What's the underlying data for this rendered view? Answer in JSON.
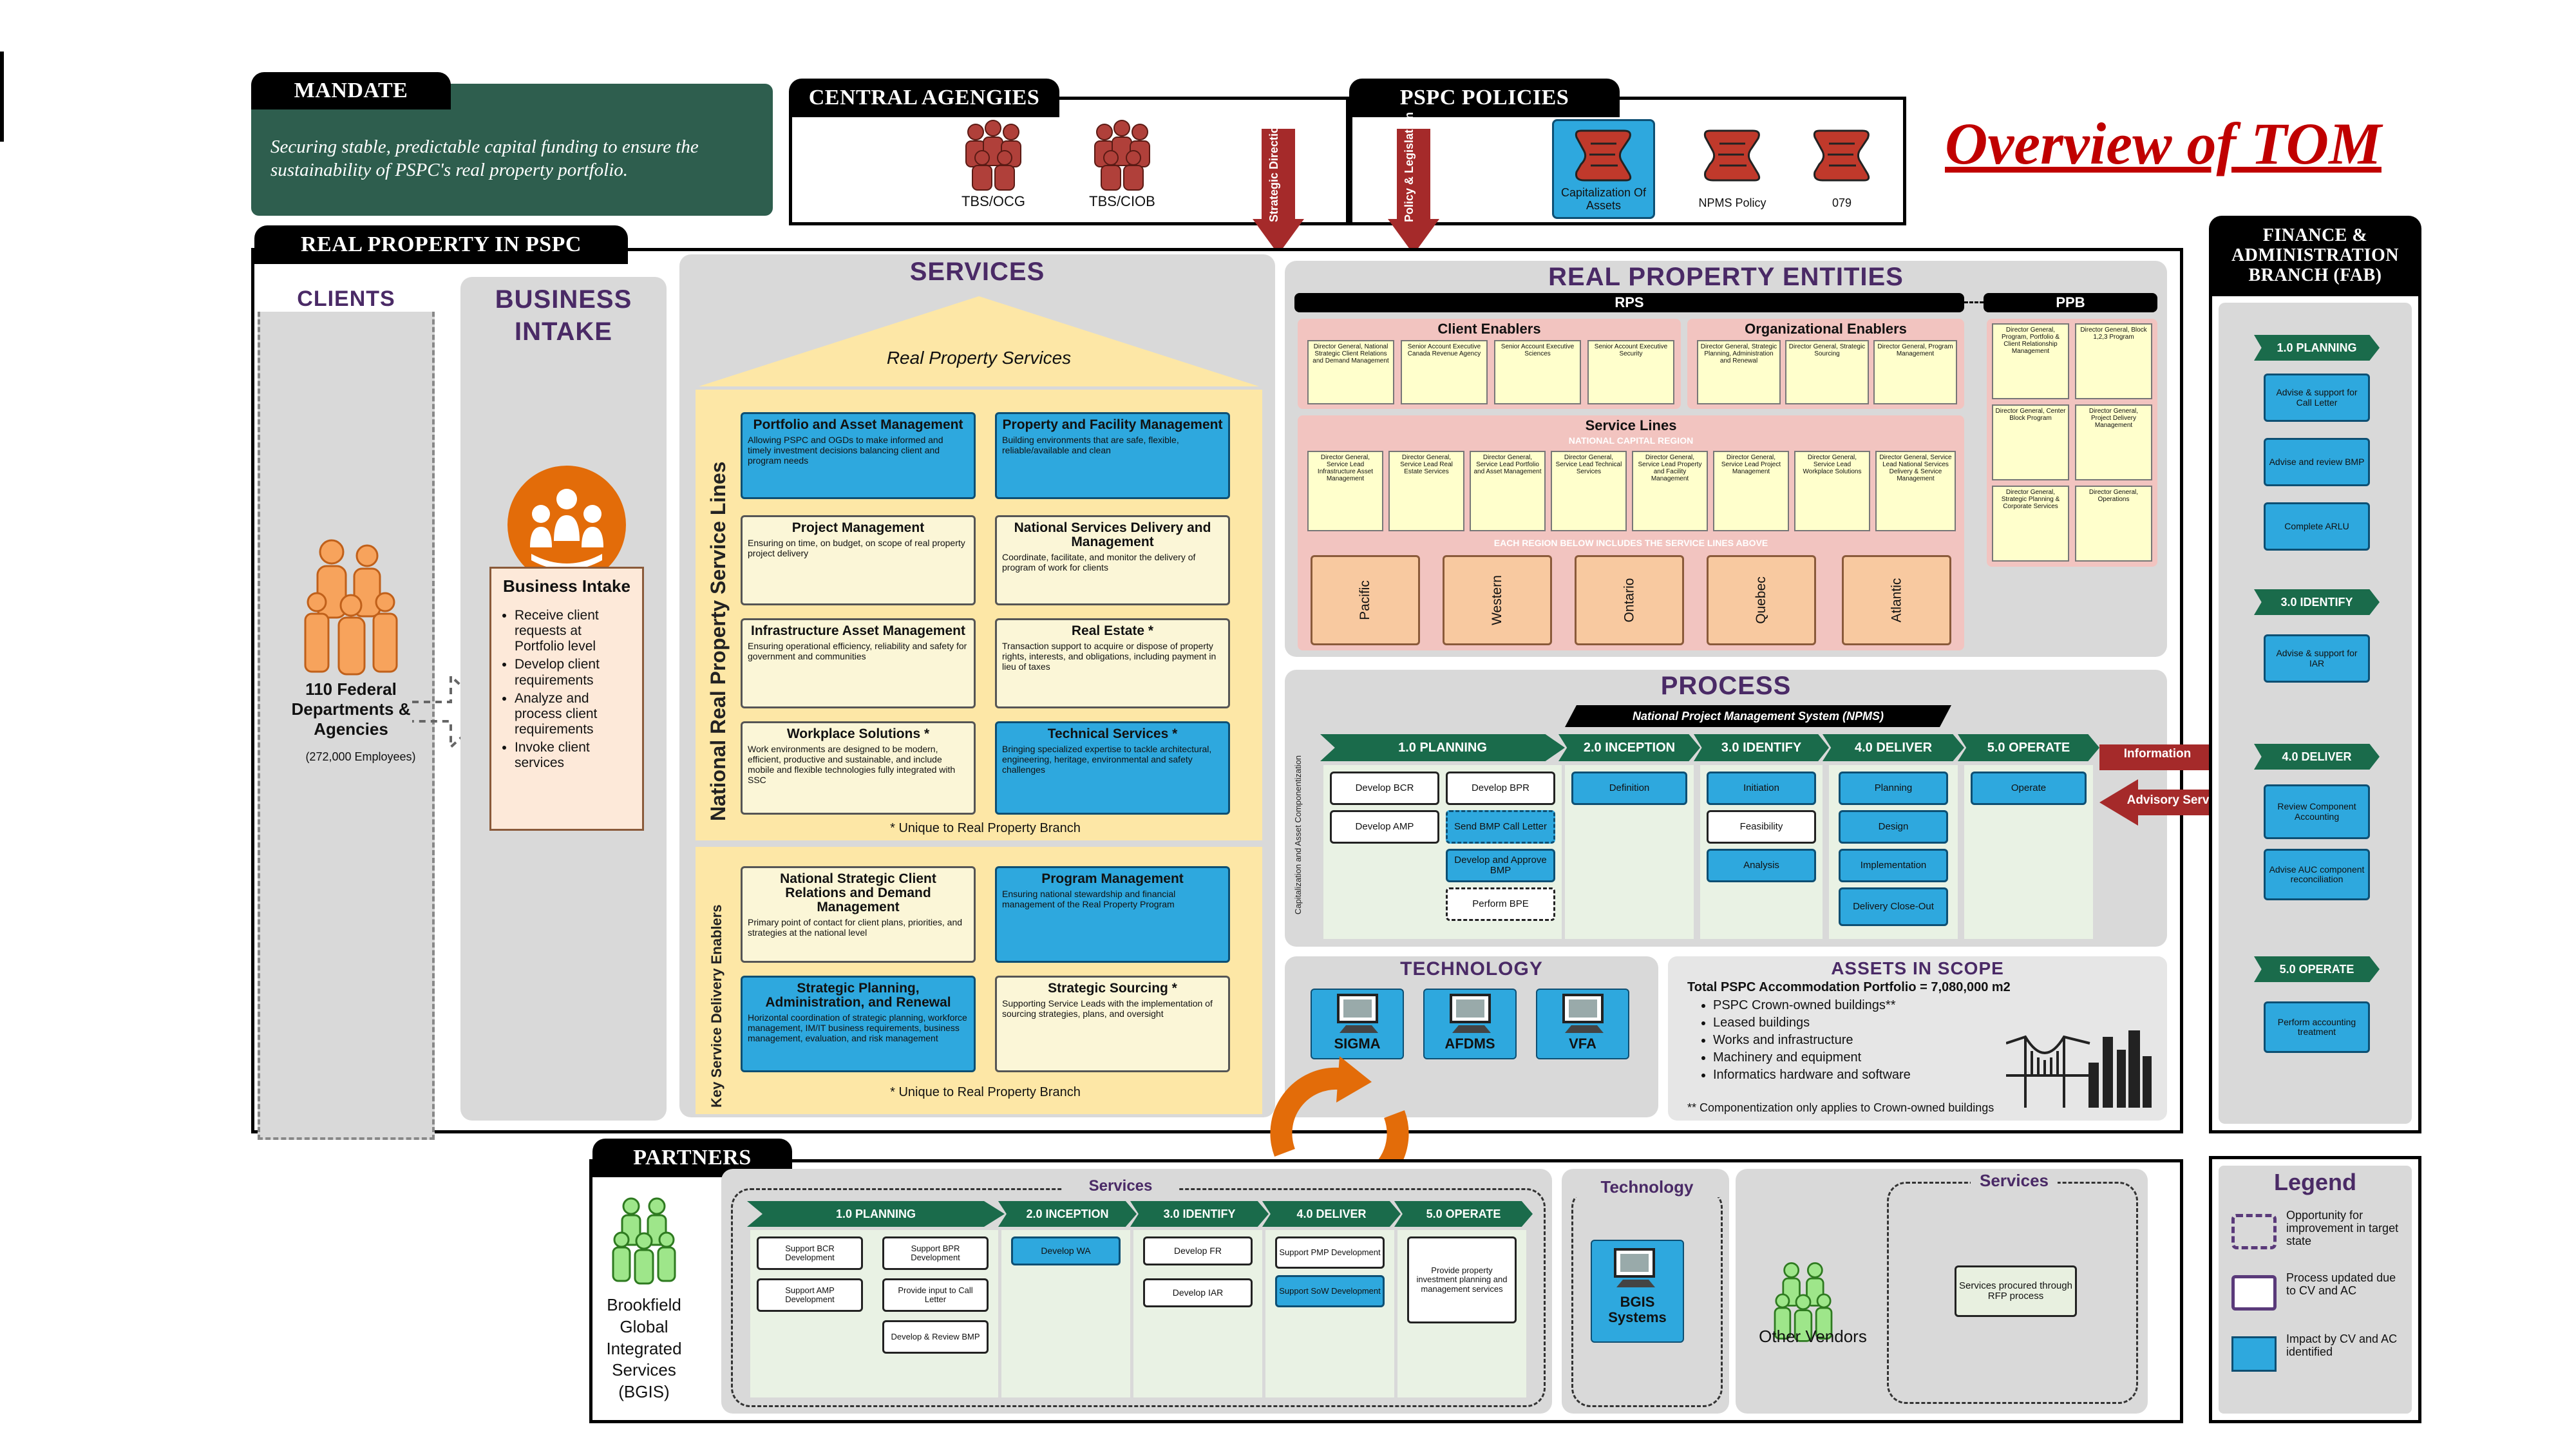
{
  "title": "Overview of TOM",
  "mandate": {
    "tab": "MANDATE",
    "text": "Securing stable, predictable capital funding to ensure the sustainability of PSPC's real property portfolio."
  },
  "central_agencies": {
    "tab": "CENTRAL AGENGIES",
    "items": [
      "TBS/OCG",
      "TBS/CIOB"
    ],
    "arrow_label": "Strategic Direction"
  },
  "pspc_policies": {
    "tab": "PSPC POLICIES",
    "arrow_label": "Policy & Legislation",
    "items": [
      "Capitalization Of Assets",
      "NPMS Policy",
      "079"
    ]
  },
  "real_property": {
    "tab": "REAL PROPERTY IN PSPC"
  },
  "clients": {
    "header": "CLIENTS",
    "label": "110 Federal Departments & Agencies",
    "sub": "(272,000 Employees)"
  },
  "business_intake": {
    "header": "BUSINESS INTAKE",
    "box_title": "Business Intake",
    "items": [
      "Receive client requests at Portfolio level",
      "Develop client requirements",
      "Analyze and process client requirements",
      "Invoke client services"
    ]
  },
  "services": {
    "header": "SERVICES",
    "roof_label": "Real Property Services",
    "side_label_lines": "National Real Property Service Lines",
    "side_label_enablers": "Key Service Delivery Enablers",
    "unique_note": "* Unique to Real Property Branch",
    "lines": [
      {
        "title": "Portfolio and Asset Management",
        "desc": "Allowing PSPC and OGDs to make informed and timely investment decisions balancing client and program needs"
      },
      {
        "title": "Property and Facility Management",
        "desc": "Building environments that are safe, flexible, reliable/available and clean"
      },
      {
        "title": "Project Management",
        "desc": "Ensuring on time, on budget, on scope of real property project delivery"
      },
      {
        "title": "National Services Delivery and Management",
        "desc": "Coordinate, facilitate, and monitor the delivery of program of work for clients"
      },
      {
        "title": "Infrastructure Asset Management",
        "desc": "Ensuring operational efficiency, reliability and safety for government and communities"
      },
      {
        "title": "Real Estate *",
        "desc": "Transaction support to acquire or dispose of property rights, interests, and obligations, including payment in lieu of taxes"
      },
      {
        "title": "Workplace Solutions *",
        "desc": "Work environments are designed to be modern, efficient, productive and sustainable, and include mobile and flexible technologies fully integrated with SSC"
      },
      {
        "title": "Technical Services *",
        "desc": "Bringing specialized expertise to tackle architectural, engineering, heritage, environmental and safety challenges"
      }
    ],
    "enablers": [
      {
        "title": "National Strategic Client Relations and Demand Management",
        "desc": "Primary point of contact for client plans, priorities, and strategies at the national level"
      },
      {
        "title": "Program Management",
        "desc": "Ensuring national stewardship and financial management of the Real Property Program"
      },
      {
        "title": "Strategic Planning, Administration, and Renewal",
        "desc": "Horizontal coordination of strategic planning, workforce management, IM/IT business requirements, business management, evaluation, and risk management"
      },
      {
        "title": "Strategic Sourcing *",
        "desc": "Supporting Service Leads with the implementation of sourcing strategies, plans, and oversight"
      }
    ]
  },
  "entities": {
    "header": "REAL PROPERTY ENTITIES",
    "rps": "RPS",
    "ppb": "PPB",
    "client_enablers": "Client Enablers",
    "org_enablers": "Organizational Enablers",
    "client_enabler_boxes": [
      "Director General, National Strategic Client Relations and Demand Management",
      "Senior Account Executive Canada Revenue Agency",
      "Senior Account Executive Sciences",
      "Senior Account Executive Security"
    ],
    "org_enabler_boxes": [
      "Director General, Strategic Planning, Administration and Renewal",
      "Director General, Strategic Sourcing",
      "Director General, Program Management"
    ],
    "service_lines": "Service Lines",
    "ncr": "NATIONAL CAPITAL REGION",
    "service_line_boxes": [
      "Director General, Service Lead Infrastructure Asset Management",
      "Director General, Service Lead Real Estate Services",
      "Director General, Service Lead Portfolio and Asset Management",
      "Director General, Service Lead Technical Services",
      "Director General, Service Lead Property and Facility Management",
      "Director General, Service Lead Project Management",
      "Director General, Service Lead Workplace Solutions",
      "Director General, Service Lead National Services Delivery & Service Management"
    ],
    "region_note": "EACH REGION BELOW INCLUDES THE SERVICE LINES ABOVE",
    "regions": [
      "Pacific",
      "Western",
      "Ontario",
      "Quebec",
      "Atlantic"
    ],
    "ppb_boxes": [
      "Director General, Program, Portfolio & Client Relationship Management",
      "Director General, Block 1,2,3 Program",
      "Director General, Center Block Program",
      "Director General, Project Delivery Management",
      "Director General, Strategic Planning & Corporate Services",
      "Director General, Operations"
    ]
  },
  "process": {
    "header": "PROCESS",
    "npms": "National Project Management System (NPMS)",
    "side_label": "Capitalization and Asset Componentization",
    "phases": [
      "1.0 PLANNING",
      "2.0 INCEPTION",
      "3.0 IDENTIFY",
      "4.0 DELIVER",
      "5.0 OPERATE"
    ],
    "planning": {
      "white": [
        "Develop BCR",
        "Develop BPR",
        "Develop AMP"
      ],
      "blue": [
        "Send BMP Call Letter",
        "Develop and Approve BMP",
        "Perform BPE"
      ]
    },
    "inception": [
      "Definition"
    ],
    "identify_blue": [
      "Initiation",
      "Analysis"
    ],
    "identify_white": [
      "Feasibility"
    ],
    "deliver": [
      "Planning",
      "Design",
      "Implementation",
      "Delivery Close-Out"
    ],
    "operate": [
      "Operate"
    ],
    "arrow_info": "Information",
    "arrow_advisory": "Advisory Services"
  },
  "technology": {
    "header": "TECHNOLOGY",
    "systems": [
      "SIGMA",
      "AFDMS",
      "VFA"
    ]
  },
  "assets": {
    "header": "ASSETS IN SCOPE",
    "total": "Total PSPC Accommodation Portfolio = 7,080,000 m2",
    "items": [
      "PSPC Crown-owned buildings**",
      "Leased buildings",
      "Works and infrastructure",
      "Machinery and equipment",
      "Informatics hardware and software"
    ],
    "note": "** Componentization only applies to Crown-owned buildings"
  },
  "fab": {
    "tab": "FINANCE & ADMINISTRATION BRANCH (FAB)",
    "sections": [
      {
        "phase": "1.0 PLANNING",
        "boxes": [
          "Advise & support for Call Letter",
          "Advise and review BMP",
          "Complete ARLU"
        ]
      },
      {
        "phase": "3.0 IDENTIFY",
        "boxes": [
          "Advise & support for IAR"
        ]
      },
      {
        "phase": "4.0 DELIVER",
        "boxes": [
          "Review Component Accounting",
          "Advise AUC component reconciliation"
        ]
      },
      {
        "phase": "5.0 OPERATE",
        "boxes": [
          "Perform accounting treatment"
        ]
      }
    ]
  },
  "partners": {
    "tab": "PARTNERS",
    "bgis": "Brookfield Global Integrated Services (BGIS)",
    "services_label": "Services",
    "phases": [
      "1.0 PLANNING",
      "2.0 INCEPTION",
      "3.0 IDENTIFY",
      "4.0 DELIVER",
      "5.0 OPERATE"
    ],
    "planning_boxes": [
      "Support BCR Development",
      "Support BPR Development",
      "Support AMP Development",
      "Provide input to Call Letter",
      "Develop & Review BMP"
    ],
    "inception_boxes": [
      "Develop WA"
    ],
    "identify_boxes": [
      "Develop FR",
      "Develop IAR"
    ],
    "deliver_white": [
      "Support PMP Development"
    ],
    "deliver_blue": [
      "Support SoW Development"
    ],
    "operate_boxes": [
      "Provide property investment planning and management services"
    ],
    "technology_label": "Technology",
    "bgis_systems": "BGIS Systems",
    "other_vendors": "Other Vendors",
    "vendor_services_label": "Services",
    "vendor_box": "Services procured through RFP process"
  },
  "legend": {
    "title": "Legend",
    "items": [
      "Opportunity for improvement in target state",
      "Process updated due to CV and AC",
      "Impact by CV and AC identified"
    ]
  },
  "colors": {
    "accent_red": "#c00000",
    "arrow_red": "#a52a2a",
    "phase_green": "#1a6b4b",
    "service_blue": "#2ea8de",
    "purple": "#4a2a66",
    "mandate_green": "#2e5e4e",
    "orange": "#e36c09"
  }
}
